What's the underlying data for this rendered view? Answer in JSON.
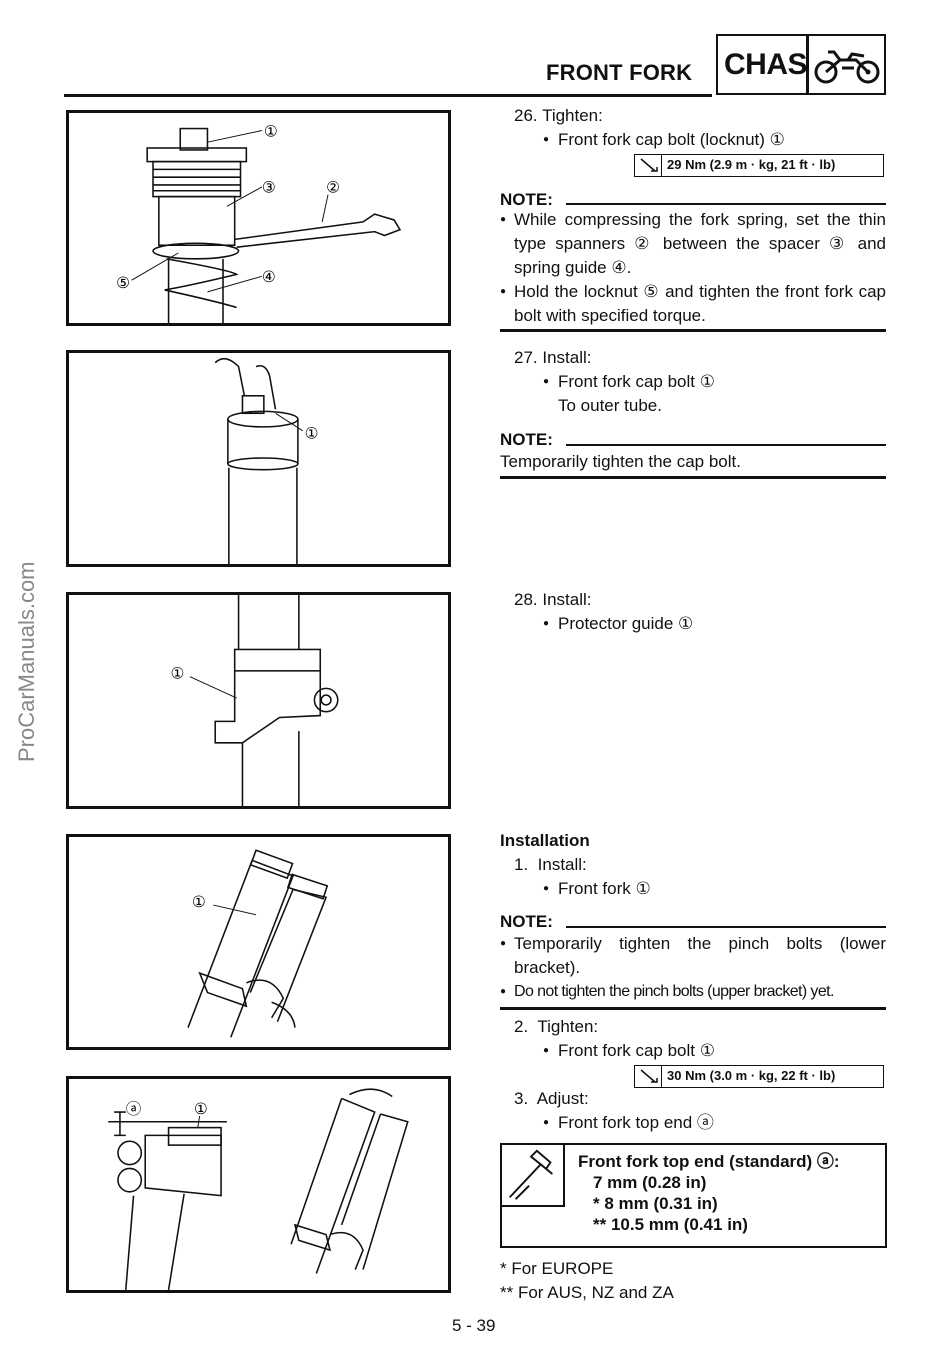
{
  "header": {
    "title": "FRONT FORK",
    "section": "CHAS",
    "icon": "motorcycle-icon"
  },
  "watermark": "ProCarManuals.com",
  "steps": {
    "s26": {
      "num": "26.",
      "action": "Tighten:",
      "item": "Front fork cap bolt (locknut) ①",
      "torque": "29 Nm (2.9 m · kg, 21 ft · lb)"
    },
    "note1": {
      "label": "NOTE:",
      "b1": "While compressing the fork spring, set the thin type spanners ② between the spacer ③ and spring guide ④.",
      "b2": "Hold the locknut ⑤ and tighten the front fork cap bolt with specified torque."
    },
    "s27": {
      "num": "27.",
      "action": "Install:",
      "item": "Front fork cap bolt ①",
      "sub": "To outer tube."
    },
    "note2": {
      "label": "NOTE:",
      "text": "Temporarily tighten the cap bolt."
    },
    "s28": {
      "num": "28.",
      "action": "Install:",
      "item": "Protector guide ①"
    },
    "installation": {
      "heading": "Installation",
      "s1": {
        "num": "1.",
        "action": "Install:",
        "item": "Front fork ①"
      },
      "note3": {
        "label": "NOTE:",
        "b1": "Temporarily tighten the pinch bolts (lower bracket).",
        "b2": "Do not tighten the pinch bolts (upper bracket) yet."
      },
      "s2": {
        "num": "2.",
        "action": "Tighten:",
        "item": "Front fork cap bolt ①",
        "torque": "30 Nm (3.0 m · kg, 22 ft · lb)"
      },
      "s3": {
        "num": "3.",
        "action": "Adjust:",
        "item": "Front fork top end ⓐ"
      }
    },
    "spec": {
      "title": "Front fork top end (standard) ⓐ:",
      "v1": "7 mm (0.28 in)",
      "v2": "* 8 mm (0.31 in)",
      "v3": "** 10.5 mm (0.41 in)"
    },
    "footnotes": {
      "f1": "* For EUROPE",
      "f2": "** For AUS, NZ and ZA"
    }
  },
  "figures": {
    "fig1": {
      "c1": "①",
      "c2": "②",
      "c3": "③",
      "c4": "④",
      "c5": "⑤"
    },
    "fig2": {
      "c1": "①"
    },
    "fig3": {
      "c1": "①"
    },
    "fig4": {
      "c1": "①"
    },
    "fig5": {
      "ca": "ⓐ",
      "c1": "①"
    }
  },
  "page_number": "5 - 39"
}
